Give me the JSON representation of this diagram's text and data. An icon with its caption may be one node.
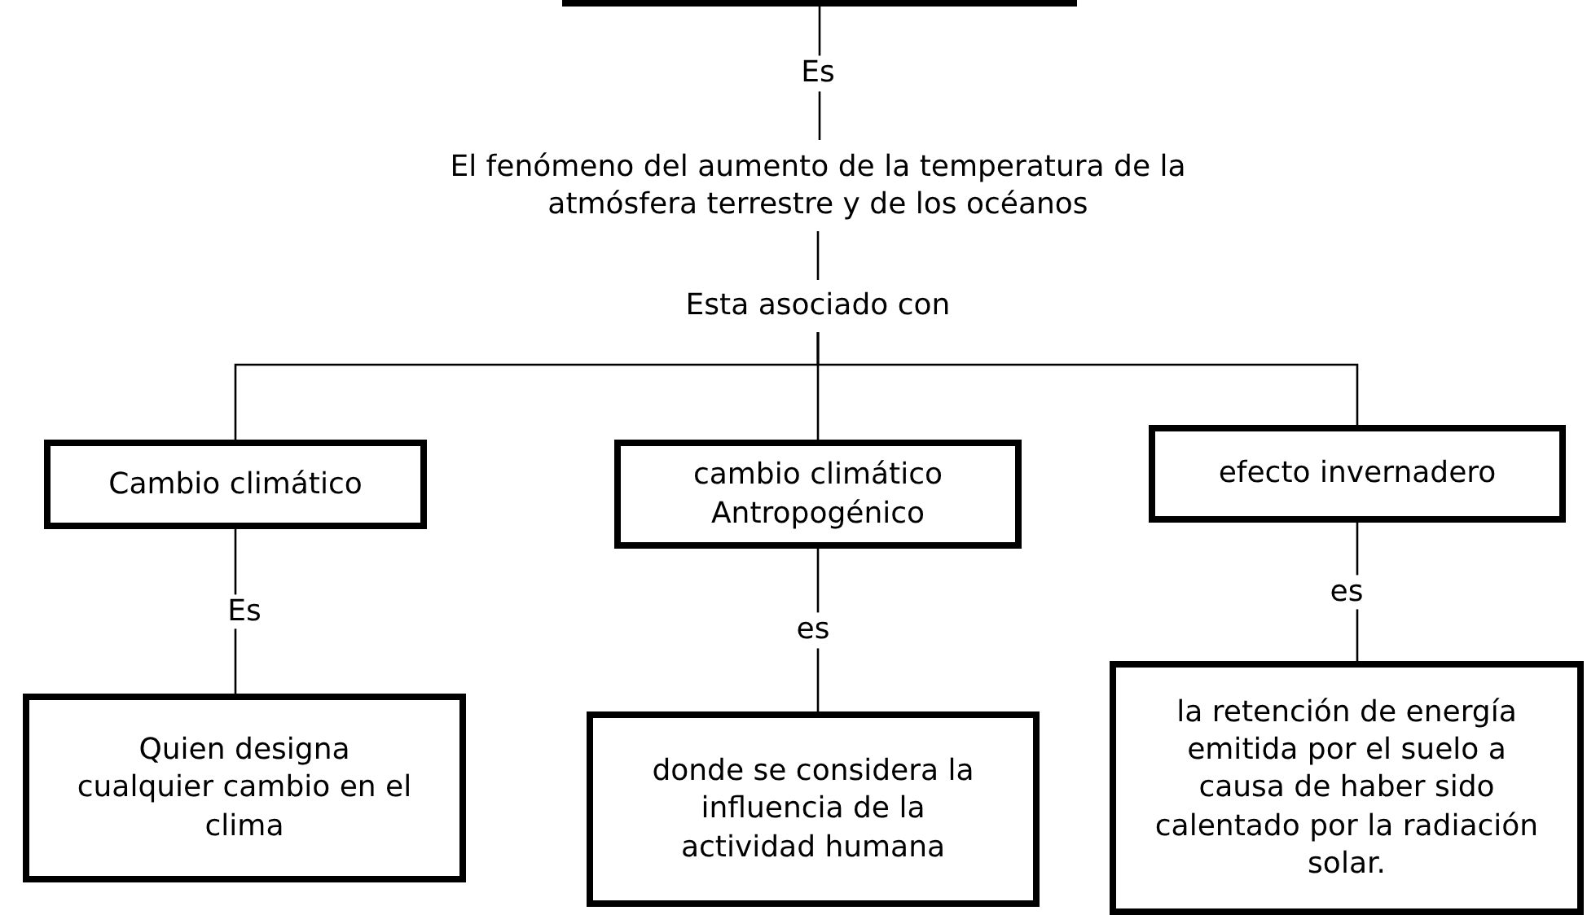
{
  "diagram": {
    "nodes": [
      {
        "text": [],
        "shape": "box"
      },
      {
        "text": [
          "El fenómeno del aumento de la temperatura de la atmósfera terrestre y de los océanos"
        ]
      },
      {
        "text": [
          "Esta asociado con"
        ]
      },
      {
        "text": [
          "Cambio climático"
        ]
      },
      {
        "text": [
          "cambio climático Antropogénico"
        ]
      },
      {
        "text": [
          "efecto invernadero"
        ]
      },
      {
        "text": [
          "Quien designa cualquier cambio en el clima"
        ]
      },
      {
        "text": [
          "donde se considera la influencia de la actividad humana"
        ]
      },
      {
        "text": [
          "la retención de energía emitida por el suelo a causa de haber sido calentado por la radiación solar."
        ]
      }
    ],
    "edges": [
      {
        "from": 0,
        "to": 1,
        "arrow": "none",
        "label": "Es"
      },
      {
        "from": 1,
        "to": 2,
        "arrow": "none"
      },
      {
        "from": 2,
        "to": 3,
        "arrow": "none"
      },
      {
        "from": 2,
        "to": 4,
        "arrow": "none"
      },
      {
        "from": 2,
        "to": 5,
        "arrow": "none"
      },
      {
        "from": 3,
        "to": 6,
        "arrow": "none",
        "label": "Es"
      },
      {
        "from": 4,
        "to": 7,
        "arrow": "none",
        "label": "es"
      },
      {
        "from": 5,
        "to": 8,
        "arrow": "none",
        "label": "es"
      }
    ]
  }
}
